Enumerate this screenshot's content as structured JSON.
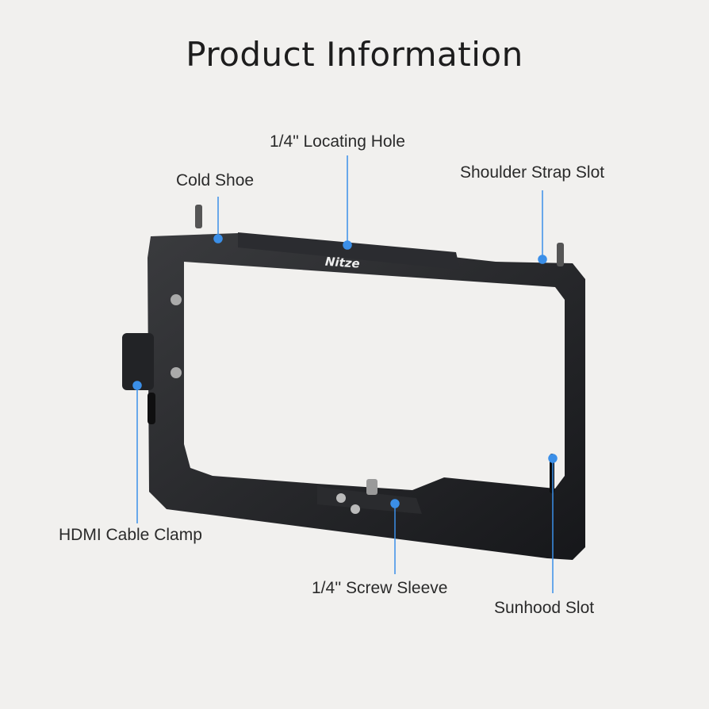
{
  "title": "Product Information",
  "brand": "Nitze",
  "accent_color": "#3b8fe8",
  "callouts": [
    {
      "id": "cold-shoe",
      "label": "Cold Shoe"
    },
    {
      "id": "locating-hole",
      "label": "1/4\" Locating Hole"
    },
    {
      "id": "shoulder-strap-slot",
      "label": "Shoulder Strap Slot"
    },
    {
      "id": "hdmi-cable-clamp",
      "label": "HDMI Cable Clamp"
    },
    {
      "id": "screw-sleeve",
      "label": "1/4'' Screw Sleeve"
    },
    {
      "id": "sunhood-slot",
      "label": "Sunhood Slot"
    }
  ]
}
